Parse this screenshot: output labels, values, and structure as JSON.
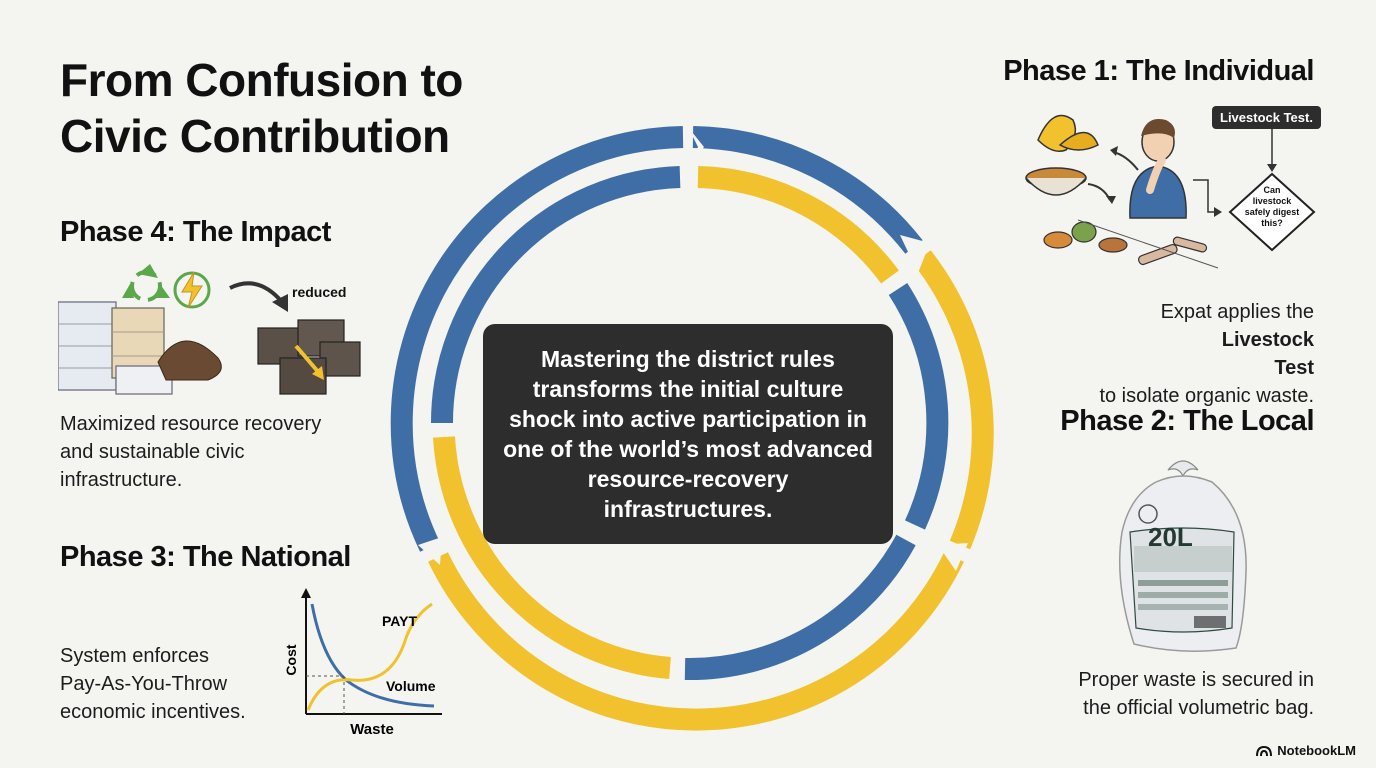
{
  "title": {
    "line1": "From Confusion to",
    "line2": "Civic Contribution"
  },
  "center": {
    "lines": [
      "Mastering the district rules",
      "transforms the initial culture",
      "shock into active participation in",
      "one of the world’s most advanced",
      "resource-recovery",
      "infrastructures."
    ]
  },
  "phase1": {
    "heading": "Phase 1: The Individual",
    "flag": "Livestock Test.",
    "diamond_lines": [
      "Can",
      "livestock",
      "safely digest",
      "this?"
    ],
    "desc_line1_pre": "Expat applies the ",
    "desc_line1_bold": "Livestock",
    "desc_line2_bold": "Test",
    "desc_line2_post": " to isolate organic waste."
  },
  "phase2": {
    "heading": "Phase 2: The Local",
    "bag_label": "20L",
    "desc_lines": [
      "Proper waste is secured in",
      "the official volumetric bag."
    ]
  },
  "phase3": {
    "heading": "Phase 3: The National",
    "desc_lines": [
      "System enforces",
      "Pay-As-You-Throw",
      "economic incentives."
    ],
    "chart": {
      "ylabel": "Cost",
      "xlabel": "Waste",
      "series": [
        "PAYT",
        "Volume"
      ]
    }
  },
  "phase4": {
    "heading": "Phase 4: The Impact",
    "arrow_label": "reduced",
    "desc_lines": [
      "Maximized resource recovery",
      "and sustainable civic",
      "infrastructure."
    ]
  },
  "brand": "NotebookLM",
  "colors": {
    "blue": "#3f6ea6",
    "yellow": "#f2c12e",
    "dark": "#2d2d2d"
  },
  "icons": [
    "recycle-icon",
    "energy-icon",
    "person-icon",
    "bag-icon",
    "notebooklm-icon"
  ]
}
